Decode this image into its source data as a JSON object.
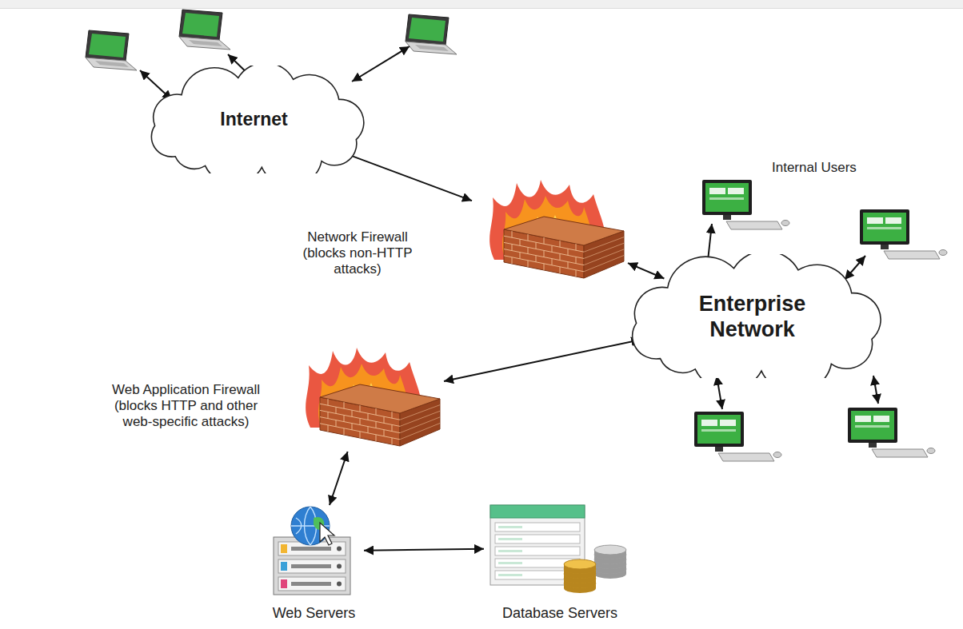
{
  "diagram": {
    "nodes": [
      {
        "text": [
          "Internet"
        ]
      },
      {
        "text": [
          "Network Firewall (blocks non-HTTP attacks)"
        ]
      },
      {
        "text": [
          "Enterprise Network"
        ]
      },
      {
        "text": [
          "Web Application Firewall (blocks HTTP and other web-specific attacks)"
        ]
      },
      {
        "text": [
          "Web Servers"
        ]
      },
      {
        "text": [
          "Database Servers"
        ]
      }
    ],
    "edges": [
      {
        "from": 0,
        "to": 1,
        "arrow": "both"
      },
      {
        "from": 1,
        "to": 2,
        "arrow": "both"
      },
      {
        "from": 2,
        "to": 3,
        "arrow": "both"
      },
      {
        "from": 3,
        "to": 4,
        "arrow": "both"
      },
      {
        "from": 4,
        "to": 5,
        "arrow": "both"
      }
    ],
    "labels": [
      "Internal Users"
    ]
  }
}
